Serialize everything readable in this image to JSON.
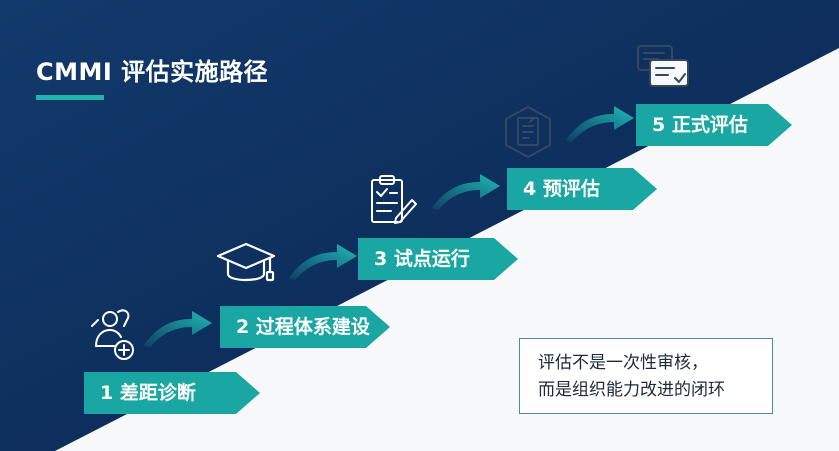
{
  "title": "CMMI 评估实施路径",
  "steps": [
    {
      "label": "1 差距诊断",
      "icon": "diagnosis-icon"
    },
    {
      "label": "2 过程体系建设",
      "icon": "graduation-cap-icon"
    },
    {
      "label": "3 试点运行",
      "icon": "clipboard-pen-icon"
    },
    {
      "label": "4 预评估",
      "icon": "document-hexagon-icon"
    },
    {
      "label": "5 正式评估",
      "icon": "certificate-cards-icon"
    }
  ],
  "note": {
    "line1": "评估不是一次性审核，",
    "line2": "而是组织能力改进的闭环"
  },
  "colors": {
    "background_dark": "#0d2d5a",
    "background_light": "#ffffff",
    "accent": "#1aa6a3"
  }
}
